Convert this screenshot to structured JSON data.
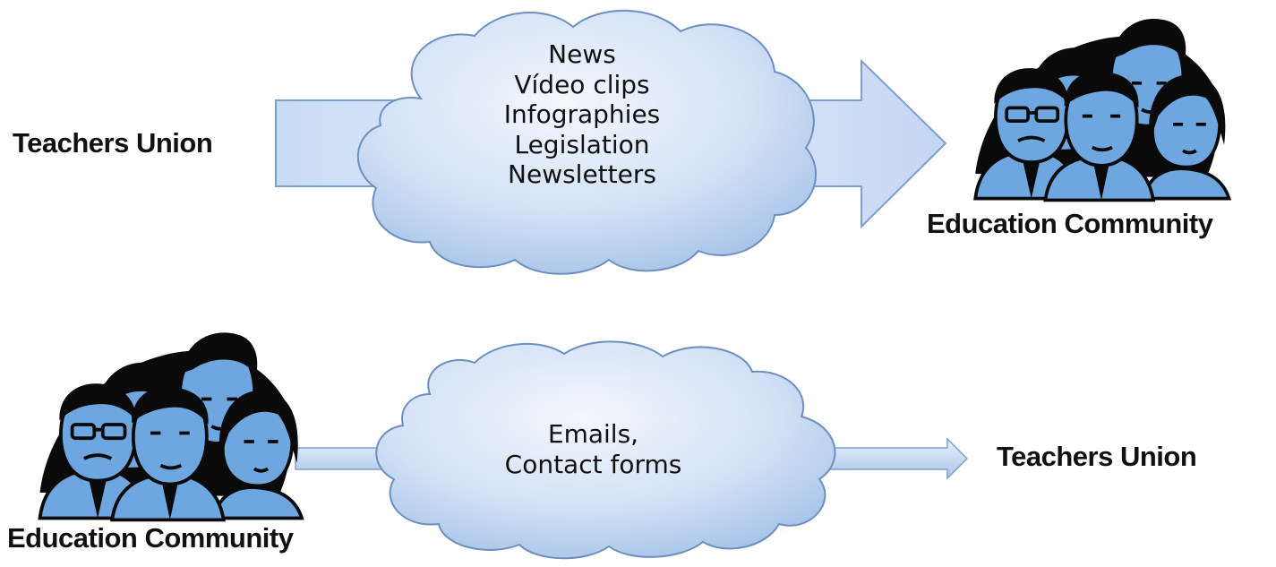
{
  "top_flow": {
    "source_label": "Teachers Union",
    "cloud_items": [
      "News",
      "Vídeo clips",
      "Infographies",
      "Legislation",
      "Newsletters"
    ],
    "target_label": "Education Community"
  },
  "bottom_flow": {
    "source_label": "Education Community",
    "cloud_items": [
      "Emails,",
      "Contact forms"
    ],
    "target_label": "Teachers Union"
  },
  "colors": {
    "arrow_fill_light": "#e8f0fb",
    "arrow_fill_dark": "#a9c5ea",
    "arrow_stroke": "#7d9fcf",
    "cloud_fill_light": "#e9f1fc",
    "cloud_fill_dark": "#a8c4e8",
    "cloud_stroke": "#6d8fbf",
    "people_fill": "#6ea6e0",
    "people_ink": "#0a0a0a"
  },
  "icons": [
    "people-group-icon"
  ]
}
